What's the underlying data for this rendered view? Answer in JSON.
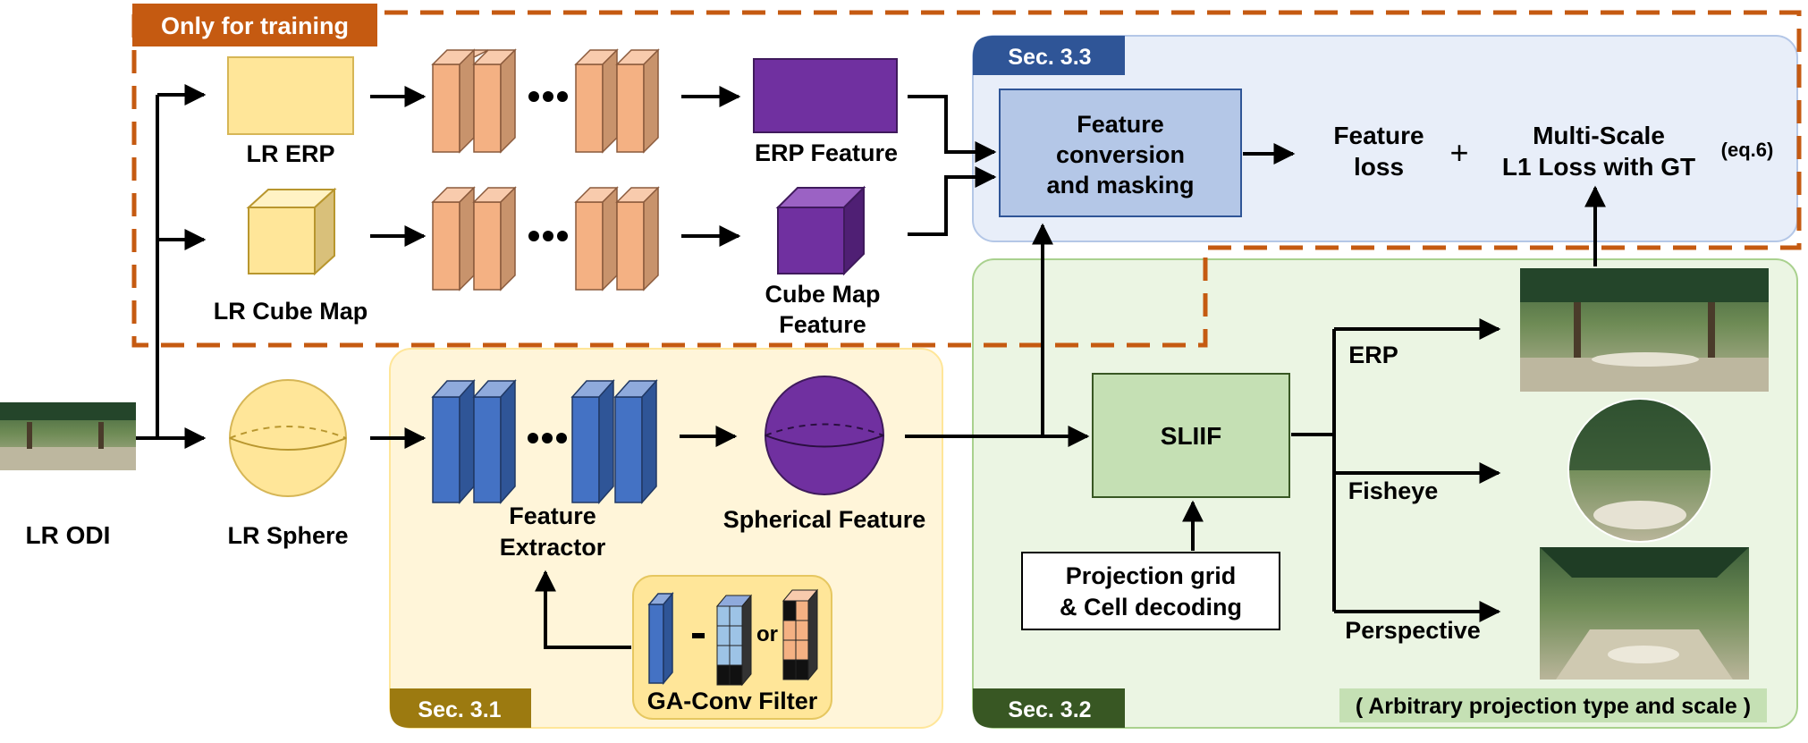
{
  "training": {
    "label": "Only for training"
  },
  "sections": {
    "s31": "Sec. 3.1",
    "s32": "Sec. 3.2",
    "s33": "Sec. 3.3"
  },
  "inputs": {
    "lr_odi": "LR ODI",
    "lr_erp": "LR ERP",
    "lr_cube": "LR Cube Map",
    "lr_sphere": "LR Sphere"
  },
  "features": {
    "erp": "ERP Feature",
    "cube_line1": "Cube Map",
    "cube_line2": "Feature",
    "spherical": "Spherical Feature",
    "extractor_line1": "Feature",
    "extractor_line2": "Extractor"
  },
  "filter": {
    "or": "or",
    "caption": "GA-Conv Filter"
  },
  "conversion": {
    "line1": "Feature",
    "line2": "conversion",
    "line3": "and masking"
  },
  "loss": {
    "feature_line1": "Feature",
    "feature_line2": "loss",
    "plus": "+",
    "ms_line1": "Multi-Scale",
    "ms_line2": "L1 Loss with GT",
    "eq": "(eq.6)"
  },
  "sliif": {
    "label": "SLIIF"
  },
  "projection": {
    "line1": "Projection grid",
    "line2": "& Cell decoding"
  },
  "outputs": {
    "erp": "ERP",
    "fisheye": "Fisheye",
    "perspective": "Perspective"
  },
  "note": "( Arbitrary projection type and scale )",
  "colors": {
    "orange_tag": "#c55a11",
    "sec31_tag": "#9c7a10",
    "sec32_tag": "#385723",
    "sec33_tag": "#2f5597",
    "blue_block": "#4472c4",
    "salmon_block": "#f4b183",
    "purple": "#7030a0",
    "yellow": "#ffe699"
  }
}
